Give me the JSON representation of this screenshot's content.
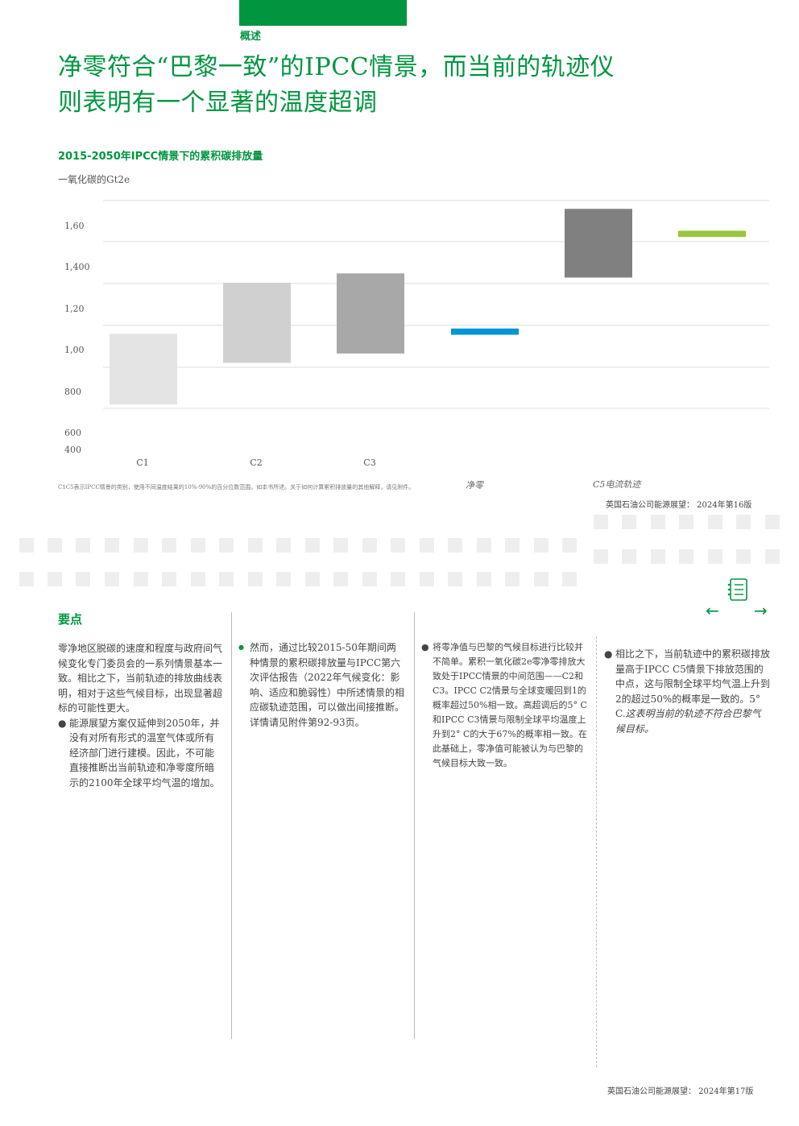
{
  "header": {
    "section_label": "概述",
    "headline_line1": "净零符合“巴黎一致”的IPCC情景，而当前的轨迹仪",
    "headline_line2": "则表明有一个显著的温度超调"
  },
  "chart_data": {
    "type": "bar",
    "title": "2015-2050年IPCC情景下的累积碳排放量",
    "ylabel": "一氧化碳的Gt2e",
    "ytick_labels": [
      "1,60",
      "1,400",
      "1,20",
      "1,00",
      "800",
      "600",
      "400"
    ],
    "ylim": [
      400,
      1600
    ],
    "ranges": [
      {
        "category": "C1",
        "low": 620,
        "high": 960,
        "color": "#e4e4e4"
      },
      {
        "category": "C2",
        "low": 820,
        "high": 1205,
        "color": "#d0d0d0"
      },
      {
        "category": "C3",
        "low": 865,
        "high": 1250,
        "color": "#a8a8a8"
      },
      {
        "category": "净零",
        "low": 955,
        "high": 985,
        "color": "#0096d6"
      },
      {
        "category": "C5电流轨迹",
        "low": 1230,
        "high": 1560,
        "color": "#808080"
      },
      {
        "category": "",
        "low": 1425,
        "high": 1455,
        "color": "#9bc53d"
      }
    ],
    "category_labels": [
      "C1",
      "C2",
      "C3"
    ],
    "legend": [
      "净零",
      "C5电流轨迹"
    ],
    "grid": true
  },
  "footnote": "C1C5表示IPCC情景的类别，使用不同温度结果的10%-90%的百分位数范围，如本书所述。关于如何计算累积排放量的其他解释，请见附件。",
  "source_top": "英国石油公司能源展望： 2024年第16版",
  "key_points": {
    "title": "要点",
    "col1_intro": "零净地区脱碳的速度和程度与政府间气候变化专门委员会的一系列情景基本一致。相比之下，当前轨迹的排放曲线表明，相对于这些气候目标，出现显著超标的可能性更大。",
    "col1_bullet_mark": "●",
    "col1_bullet": "能源展望方案仅延伸到2050年，并没有对所有形式的温室气体或所有经济部门进行建模。因此，不可能直接推断出当前轨迹和净零度所暗示的2100年全球平均气温的增加。",
    "col2_bullet_mark": "●",
    "col2_bullet": "然而，通过比较2015-50年期间两种情景的累积碳排放量与IPCC第六次评估报告（2022年气候变化：影响、适应和脆弱性）中所述情景的相应碳轨迹范围，可以做出间接推断。详情请见附件第92-93页。",
    "col3_bullet_mark": "●",
    "col3_bullet": "将零净值与巴黎的气候目标进行比较并不简单。累积一氧化碳2e零净零排放大致处于IPCC情景的中间范围——C2和C3。IPCC C2情景与全球变暖回到1的概率超过50%相一致。高超调后的5° C和IPCC C3情景与限制全球平均温度上升到2° C的大于67%的概率相一致。在此基础上，零净值可能被认为与巴黎的气候目标大致一致。",
    "col4_bullet_mark": "●",
    "col4_bullet": "相比之下，当前轨迹中的累积碳排放量高于IPCC C5情景下排放范围的中点，这与限制全球平均气温上升到2的超过50%的概率是一致的。5° C.",
    "col4_bullet_emph": "这表明当前的轨迹不符合巴黎气候目标。"
  },
  "source_bottom": "英国石油公司能源展望： 2024年第17版",
  "colors": {
    "brand_green": "#009640",
    "net_zero_blue": "#0096d6",
    "current_trajectory_green": "#9bc53d"
  }
}
